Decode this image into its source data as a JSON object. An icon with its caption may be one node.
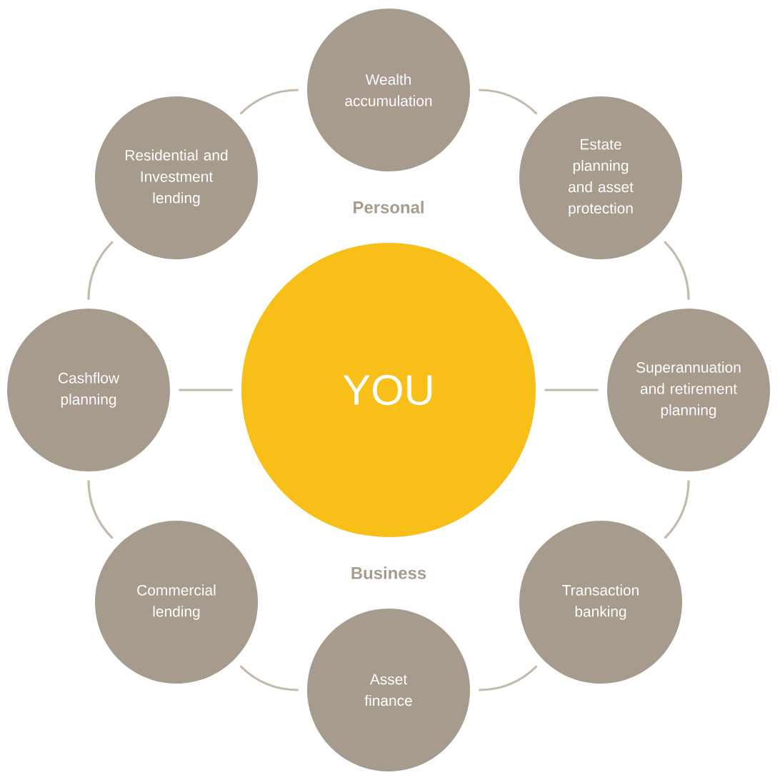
{
  "diagram": {
    "nodes": [
      {
        "text": [
          "Wealth accumulation"
        ]
      },
      {
        "text": [
          "Residential and Investment lending"
        ]
      },
      {
        "text": [
          "Estate planning and asset protection"
        ]
      },
      {
        "text": [
          "Cashflow planning"
        ]
      },
      {
        "text": [
          "YOU"
        ]
      },
      {
        "text": [
          "Superannuation and retirement planning"
        ]
      },
      {
        "text": [
          "Commercial lending"
        ]
      },
      {
        "text": [
          "Transaction banking"
        ]
      },
      {
        "text": [
          "Asset finance"
        ]
      }
    ],
    "edges": [
      {
        "from": 0,
        "to": 2,
        "arrow": "none"
      },
      {
        "from": 2,
        "to": 5,
        "arrow": "none"
      },
      {
        "from": 5,
        "to": 7,
        "arrow": "none"
      },
      {
        "from": 7,
        "to": 8,
        "arrow": "none"
      },
      {
        "from": 8,
        "to": 6,
        "arrow": "none"
      },
      {
        "from": 6,
        "to": 3,
        "arrow": "none"
      },
      {
        "from": 3,
        "to": 1,
        "arrow": "none"
      },
      {
        "from": 1,
        "to": 0,
        "arrow": "none"
      },
      {
        "from": 4,
        "to": 3,
        "arrow": "none"
      },
      {
        "from": 4,
        "to": 5,
        "arrow": "none"
      }
    ],
    "labels": [
      "Personal",
      "Business"
    ]
  }
}
